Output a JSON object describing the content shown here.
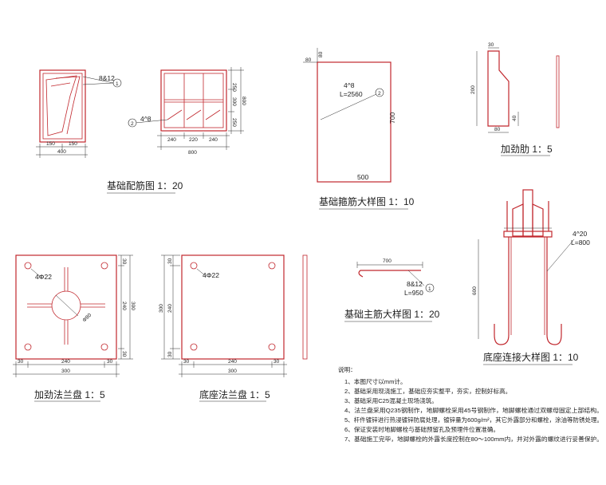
{
  "titles": {
    "foundation_rebar": "基础配筋图 1：20",
    "stirrup_detail": "基础箍筋大样图 1：10",
    "rib": "加劲肋 1：5",
    "rib_flange": "加劲法兰盘 1：5",
    "base_flange": "底座法兰盘 1：5",
    "main_bar": "基础主筋大样图 1：20",
    "base_conn": "底座连接大样图 1：10"
  },
  "callouts": {
    "bar1_spec": "8&12",
    "bar1_no": "1",
    "bar2_spec": "4^8",
    "bar2_no": "2",
    "stirrup_spec": "4^8",
    "stirrup_len": "L=2560",
    "stirrup_no": "2",
    "mainbar_spec": "8&12",
    "mainbar_len": "L=950",
    "mainbar_no": "1",
    "anchor_spec": "4^20",
    "anchor_len": "L=800",
    "hole_rib_flange": "4Φ22",
    "hole_base_flange": "4Φ22",
    "pipe_dia": "Φ80"
  },
  "dims": {
    "plan_150a": "150",
    "plan_150b": "150",
    "plan_400": "400",
    "elev_240a": "240",
    "elev_220": "220",
    "elev_240b": "240",
    "elev_800": "800",
    "elev_250": "250",
    "elev_300": "300",
    "elev_250b": "250",
    "elev_800v": "800",
    "st_80a": "80",
    "st_80b": "80",
    "st_700": "700",
    "st_500": "500",
    "rib_30": "30",
    "rib_200": "200",
    "rib_40": "40",
    "rib_80": "80",
    "rf_30a": "30",
    "rf_240v": "240",
    "rf_300v": "300",
    "rf_30b": "30",
    "rf_30c": "30",
    "rf_240": "240",
    "rf_30d": "30",
    "rf_300": "300",
    "bf_300v": "300",
    "bf_240v": "240",
    "bf_30a": "30",
    "bf_30b": "30",
    "bf_30c": "30",
    "bf_240": "240",
    "bf_30d": "30",
    "bf_300": "300",
    "mb_700": "700",
    "bc_600": "600"
  },
  "notes": {
    "heading": "说明：",
    "items": [
      "1、本图尺寸以mm计。",
      "2、基础采用现浇施工，基础应夯实整平，夯实，控制好标高。",
      "3、基础采用C25混凝土现场浇筑。",
      "4、法兰盘采用Q235钢制作，地脚螺栓采用45号钢制作，地脚螺栓通过双螺母固定上部结构。",
      "5、杆件镀锌进行热浸镀锌防腐处理，镀锌量为600g/m²，其它外露部分和螺栓，涂油等防锈处理。",
      "6、保证安装时地脚螺栓与基础预留孔及预埋件位置准确。",
      "7、基础施工完毕，地脚螺栓的外露长度控制在80～100mm内，并对外露的螺纹进行妥善保护。"
    ]
  },
  "colors": {
    "drawing": "#c1272d",
    "dimension": "#2a2a2a"
  }
}
